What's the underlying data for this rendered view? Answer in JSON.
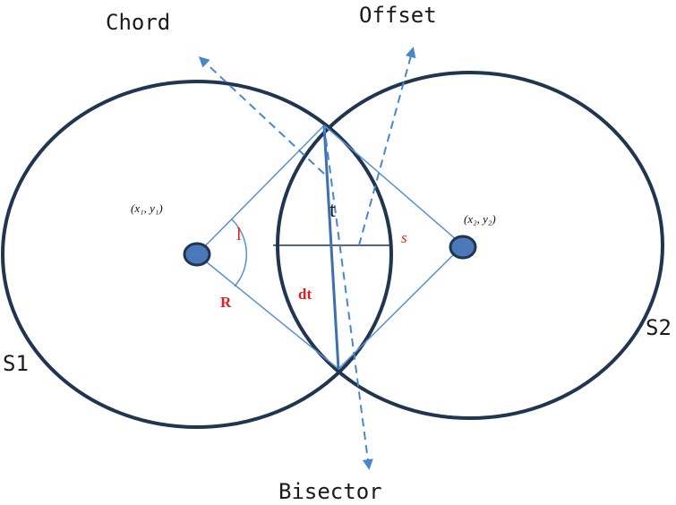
{
  "labels": {
    "chord": "Chord",
    "offset": "Offset",
    "bisector": "Bisector",
    "s1": "S1",
    "s2": "S2",
    "t": "t",
    "l": "l",
    "s": "s",
    "r": "R",
    "dt": "dt",
    "center1": "(x₁, y₁)",
    "center2": "(x₂, y₂)"
  },
  "colors": {
    "circle": "#1f3550",
    "thin_line": "#5b8fd0",
    "arrow": "#4a86cc",
    "center_fill": "#4a78b8",
    "label_red": "#e02020"
  }
}
